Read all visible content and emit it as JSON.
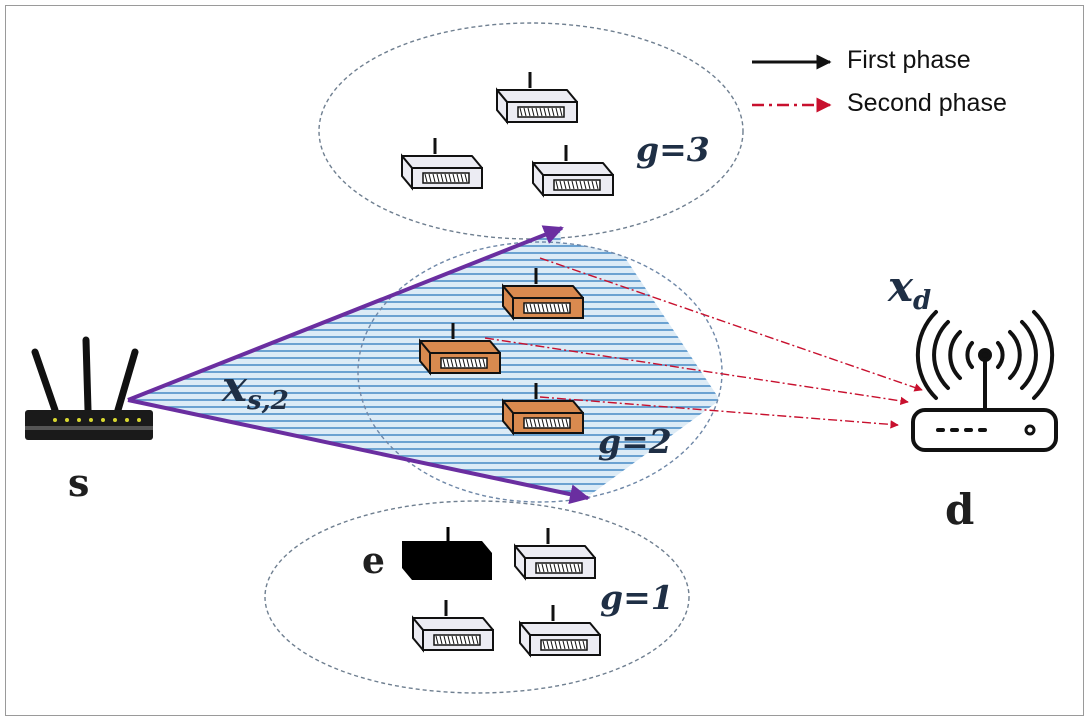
{
  "legend": {
    "first_phase": "First  phase",
    "second_phase": "Second phase"
  },
  "nodes": {
    "source": "s",
    "destination": "d",
    "eavesdropper": "e"
  },
  "math": {
    "x_main": "x",
    "x_s2_sub": "s,2",
    "x_d_sub": "d"
  },
  "groups": {
    "g3": "g=3",
    "g2": "g=2",
    "g1": "g=1"
  },
  "colors": {
    "first_phase_arrow": "#6a2ea0",
    "second_phase_arrow": "#c8102e",
    "active_relay": "#d98a4f",
    "idle_relay": "#ececf3",
    "beam_fill": "#bcd9ee",
    "beam_lines": "#4f8fc8",
    "eavesdropper": "#000000"
  },
  "icons": [
    "router-icon",
    "relay-icon",
    "base-station-icon",
    "eavesdropper-icon"
  ]
}
